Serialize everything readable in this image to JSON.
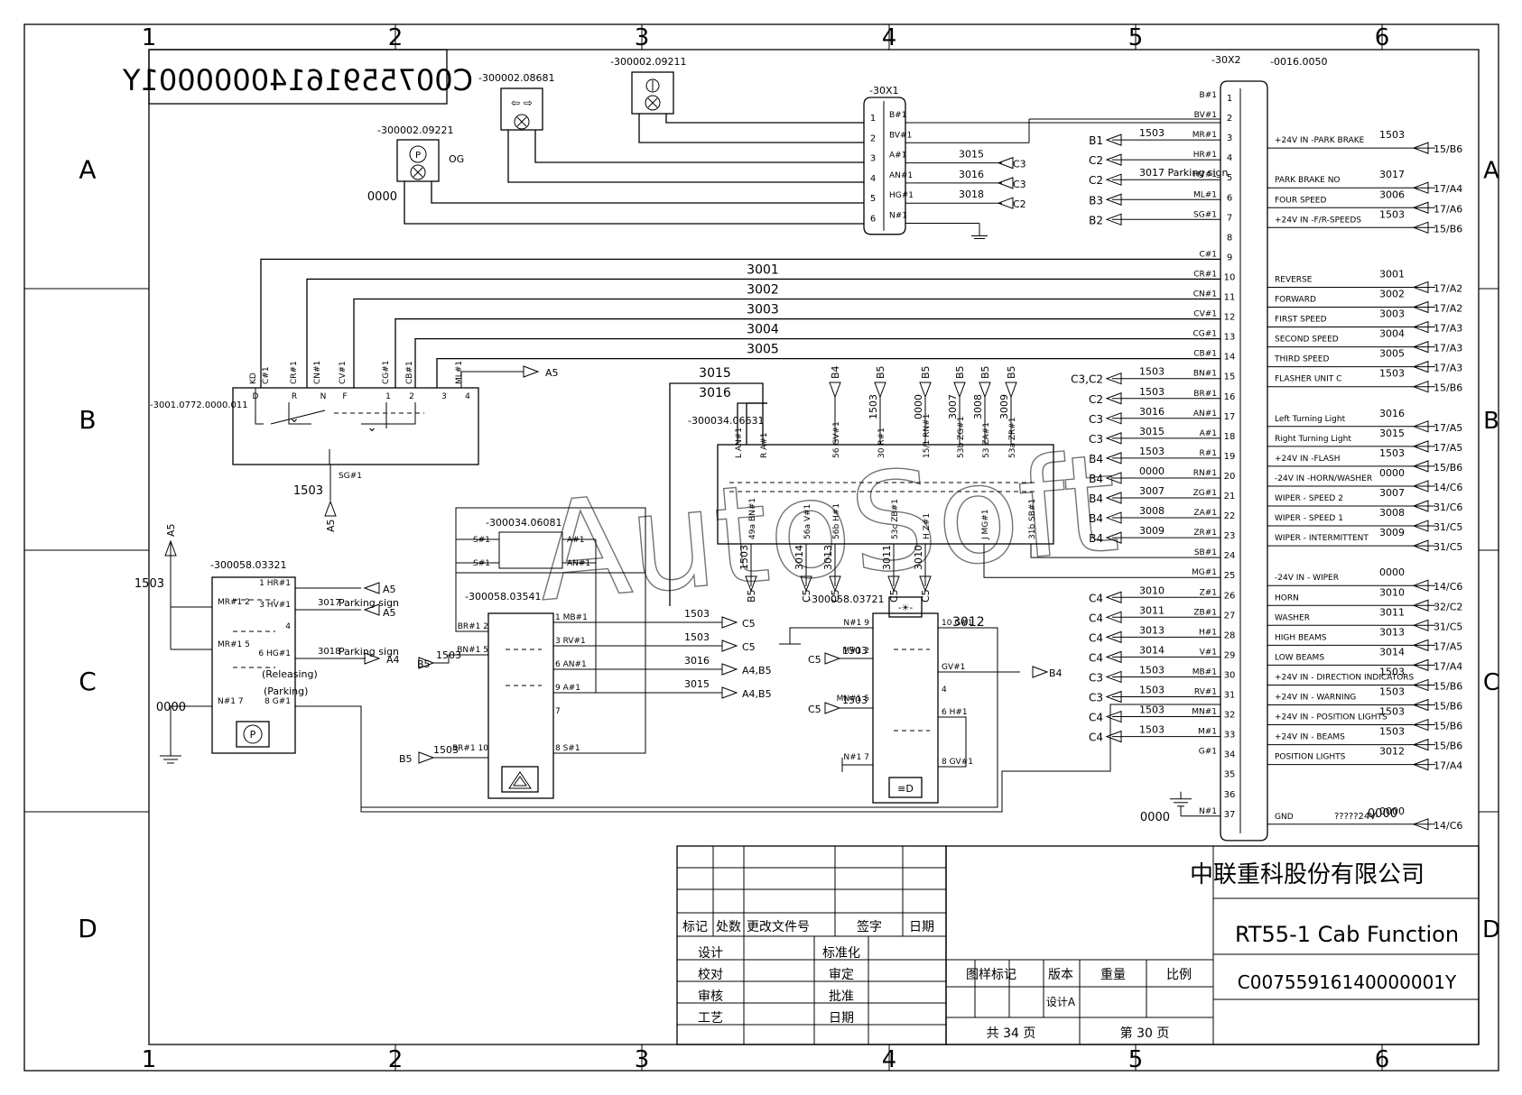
{
  "sheet": {
    "cols": [
      "1",
      "2",
      "3",
      "4",
      "5",
      "6"
    ],
    "rows": [
      "A",
      "B",
      "C",
      "D"
    ],
    "drawing_number_mirrored": "C00755916140000001Y",
    "watermark": "AutoSoft"
  },
  "title_block": {
    "company": "中联重科股份有限公司",
    "title": "RT55-1 Cab Function",
    "drawing_no": "C00755916140000001Y",
    "headers": [
      "标记",
      "处数",
      "更改文件号",
      "签字",
      "日期"
    ],
    "roles_left": [
      "设计",
      "校对",
      "审核",
      "工艺"
    ],
    "roles_right": [
      "标准化",
      "审定",
      "批准",
      "日期"
    ],
    "info_headers": [
      "图样标记",
      "版本",
      "重量",
      "比例"
    ],
    "version": "设计A",
    "total_pages": "共 34 页",
    "page": "第 30 页"
  },
  "connector_x2": {
    "label": "-30X2",
    "part": "-0016.0050",
    "pins": [
      {
        "n": "1",
        "w": "B#1",
        "num": "",
        "sig": "",
        "ref": ""
      },
      {
        "n": "2",
        "w": "BV#1",
        "num": "",
        "sig": "",
        "ref": ""
      },
      {
        "n": "3",
        "w": "MR#1",
        "num": "1503",
        "sig": "+24V IN -PARK BRAKE",
        "ref": "15/B6"
      },
      {
        "n": "4",
        "w": "HR#1",
        "num": "",
        "sig": "",
        "ref": ""
      },
      {
        "n": "5",
        "w": "HV#1",
        "num": "3017",
        "sig": "PARK BRAKE NO",
        "ref": "17/A4"
      },
      {
        "n": "6",
        "w": "ML#1",
        "num": "3006",
        "sig": "FOUR SPEED",
        "ref": "17/A6"
      },
      {
        "n": "7",
        "w": "SG#1",
        "num": "1503",
        "sig": "+24V IN -F/R-SPEEDS",
        "ref": "15/B6"
      },
      {
        "n": "8",
        "w": "",
        "num": "",
        "sig": "",
        "ref": ""
      },
      {
        "n": "9",
        "w": "C#1",
        "num": "",
        "sig": "",
        "ref": ""
      },
      {
        "n": "10",
        "w": "CR#1",
        "num": "3001",
        "sig": "REVERSE",
        "ref": "17/A2"
      },
      {
        "n": "11",
        "w": "CN#1",
        "num": "3002",
        "sig": "FORWARD",
        "ref": "17/A2"
      },
      {
        "n": "12",
        "w": "CV#1",
        "num": "3003",
        "sig": "FIRST SPEED",
        "ref": "17/A3"
      },
      {
        "n": "13",
        "w": "CG#1",
        "num": "3004",
        "sig": "SECOND SPEED",
        "ref": "17/A3"
      },
      {
        "n": "14",
        "w": "CB#1",
        "num": "3005",
        "sig": "THIRD SPEED",
        "ref": "17/A3"
      },
      {
        "n": "15",
        "w": "BN#1",
        "num": "1503",
        "sig": "FLASHER UNIT C",
        "ref": "15/B6"
      },
      {
        "n": "16",
        "w": "BR#1",
        "num": "",
        "sig": "",
        "ref": ""
      },
      {
        "n": "17",
        "w": "AN#1",
        "num": "3016",
        "sig": "Left Turning Light",
        "ref": "17/A5"
      },
      {
        "n": "18",
        "w": "A#1",
        "num": "3015",
        "sig": "Right Turning Light",
        "ref": "17/A5"
      },
      {
        "n": "19",
        "w": "R#1",
        "num": "1503",
        "sig": "+24V IN -FLASH",
        "ref": "15/B6"
      },
      {
        "n": "20",
        "w": "RN#1",
        "num": "0000",
        "sig": "-24V IN -HORN/WASHER",
        "ref": "14/C6"
      },
      {
        "n": "21",
        "w": "ZG#1",
        "num": "3007",
        "sig": "WIPER - SPEED 2",
        "ref": "31/C6"
      },
      {
        "n": "22",
        "w": "ZA#1",
        "num": "3008",
        "sig": "WIPER - SPEED 1",
        "ref": "31/C5"
      },
      {
        "n": "23",
        "w": "ZR#1",
        "num": "3009",
        "sig": "WIPER - INTERMITTENT",
        "ref": "31/C5"
      },
      {
        "n": "24",
        "w": "SB#1",
        "num": "",
        "sig": "",
        "ref": ""
      },
      {
        "n": "25",
        "w": "MG#1",
        "num": "0000",
        "sig": "-24V IN - WIPER",
        "ref": "14/C6"
      },
      {
        "n": "26",
        "w": "Z#1",
        "num": "3010",
        "sig": "HORN",
        "ref": "32/C2"
      },
      {
        "n": "27",
        "w": "ZB#1",
        "num": "3011",
        "sig": "WASHER",
        "ref": "31/C5"
      },
      {
        "n": "28",
        "w": "H#1",
        "num": "3013",
        "sig": "HIGH BEAMS",
        "ref": "17/A5"
      },
      {
        "n": "29",
        "w": "V#1",
        "num": "3014",
        "sig": "LOW BEAMS",
        "ref": "17/A4"
      },
      {
        "n": "30",
        "w": "MB#1",
        "num": "1503",
        "sig": "+24V IN - DIRECTION INDICATORS",
        "ref": "15/B6"
      },
      {
        "n": "31",
        "w": "RV#1",
        "num": "1503",
        "sig": "+24V IN - WARNING",
        "ref": "15/B6"
      },
      {
        "n": "32",
        "w": "MN#1",
        "num": "1503",
        "sig": "+24V IN - POSITION LIGHTS",
        "ref": "15/B6"
      },
      {
        "n": "33",
        "w": "M#1",
        "num": "1503",
        "sig": "+24V IN - BEAMS",
        "ref": "15/B6"
      },
      {
        "n": "34",
        "w": "G#1",
        "num": "3012",
        "sig": "POSITION LIGHTS",
        "ref": "17/A4"
      },
      {
        "n": "35",
        "w": "",
        "num": "",
        "sig": "",
        "ref": ""
      },
      {
        "n": "36",
        "w": "",
        "num": "",
        "sig": "",
        "ref": ""
      },
      {
        "n": "37",
        "w": "N#1",
        "num": "0000",
        "sig": "GND",
        "ref": "14/C6"
      }
    ],
    "left_refs": [
      {
        "pin": "3",
        "ref": "B1",
        "num": "1503"
      },
      {
        "pin": "4",
        "ref": "C2",
        "num": ""
      },
      {
        "pin": "5",
        "ref": "C2",
        "num": "3017 Parking sign"
      },
      {
        "pin": "6",
        "ref": "B3",
        "num": ""
      },
      {
        "pin": "7",
        "ref": "B2",
        "num": ""
      },
      {
        "pin": "15",
        "ref": "C3,C2",
        "num": "1503"
      },
      {
        "pin": "16",
        "ref": "C2",
        "num": "1503"
      },
      {
        "pin": "17",
        "ref": "C3",
        "num": "3016"
      },
      {
        "pin": "18",
        "ref": "C3",
        "num": "3015"
      },
      {
        "pin": "19",
        "ref": "B4",
        "num": "1503"
      },
      {
        "pin": "20",
        "ref": "B4",
        "num": "0000"
      },
      {
        "pin": "21",
        "ref": "B4",
        "num": "3007"
      },
      {
        "pin": "22",
        "ref": "B4",
        "num": "3008"
      },
      {
        "pin": "23",
        "ref": "B4",
        "num": "3009"
      },
      {
        "pin": "26",
        "ref": "C4",
        "num": "3010"
      },
      {
        "pin": "27",
        "ref": "C4",
        "num": "3011"
      },
      {
        "pin": "28",
        "ref": "C4",
        "num": "3013"
      },
      {
        "pin": "29",
        "ref": "C4",
        "num": "3014"
      },
      {
        "pin": "30",
        "ref": "C3",
        "num": "1503"
      },
      {
        "pin": "31",
        "ref": "C3",
        "num": "1503"
      },
      {
        "pin": "32",
        "ref": "C4",
        "num": "1503"
      },
      {
        "pin": "33",
        "ref": "C4",
        "num": "1503"
      }
    ],
    "gnd_num": "0000",
    "gnd_note": "?????24V-",
    "gnd_ref_num": "0000"
  },
  "connector_x1": {
    "label": "-30X1",
    "pins": [
      {
        "n": "1",
        "w": "B#1",
        "num": "",
        "ref": ""
      },
      {
        "n": "2",
        "w": "BV#1",
        "num": "",
        "ref": ""
      },
      {
        "n": "3",
        "w": "A#1",
        "num": "3015",
        "ref": "C3"
      },
      {
        "n": "4",
        "w": "AN#1",
        "num": "3016",
        "ref": "C3"
      },
      {
        "n": "5",
        "w": "HG#1",
        "num": "3018",
        "ref": "C2"
      },
      {
        "n": "6",
        "w": "N#1",
        "num": "",
        "ref": ""
      }
    ]
  },
  "lamps": {
    "l1": "-300002.09221",
    "l1_tag": "OG",
    "l1_num": "0000",
    "l2": "-300002.08681",
    "l3": "-300002.09211"
  },
  "gear_bus": [
    "3001",
    "3002",
    "3003",
    "3004",
    "3005"
  ],
  "gear_switch": {
    "part": "-3001.0772.0000.011",
    "pins": [
      "KD",
      "C#1",
      "CR#1",
      "CN#1",
      "CV#1",
      "CG#1",
      "CB#1",
      "ML#1"
    ],
    "labels": [
      "D",
      "R",
      "N",
      "F",
      "1",
      "2",
      "3",
      "4"
    ],
    "ref_out": "A5",
    "feed_num": "1503",
    "feed_w": "SG#1",
    "feed_ref": "A5"
  },
  "combo_switch": {
    "part": "-300034.06631",
    "top_nums": [
      "3015",
      "3016"
    ],
    "top_refs": [
      "B4",
      "B5",
      "B5",
      "B5",
      "B5",
      "B5"
    ],
    "top_nums2": [
      "1503",
      "0000",
      "3007",
      "3008",
      "3009"
    ],
    "top_pins": [
      "L AN#1",
      "R A#1",
      "56 GV#1",
      "30 R#1",
      "15/1 RN#1",
      "53b ZG#1",
      "53 ZA#1",
      "53a ZR#1"
    ],
    "bottom_pins": [
      "49a BN#1",
      "56a V#1",
      "56b H#1",
      "53c ZB#1",
      "H Z#1",
      "J MG#1",
      "31b SB#1"
    ],
    "bottom_nums": [
      "1503",
      "3014",
      "3013",
      "3011",
      "3010"
    ],
    "bottom_refs": [
      "B5",
      "C5",
      "C5",
      "C5",
      "C5"
    ]
  },
  "park_switch": {
    "part": "-300058.03321",
    "feed_ref": "A5",
    "feed_num": "1503",
    "pins_left": [
      "MR#1 2",
      "MR#1 5",
      "N#1 7"
    ],
    "pins_right": [
      "1 HR#1",
      "3 HV#1",
      "4",
      "6 HG#1",
      "8 G#1"
    ],
    "out1": "A5",
    "out2_num": "3017",
    "out2_text": "Parking sign",
    "out2_ref": "A5",
    "out3_num": "3018",
    "out3_text": "Parking sign",
    "out3_ref": "A4",
    "releasing": "(Releasing)",
    "parking": "(Parking)",
    "gnd_num": "0000"
  },
  "relay": {
    "part": "-300034.06081",
    "pins": [
      "S#1",
      "S#1",
      "A#1",
      "AN#1"
    ]
  },
  "hazard_switch": {
    "part": "-300058.03541",
    "left_pins": [
      "BR#1 2",
      "BN#1 5",
      "BR#1 10"
    ],
    "right_pins": [
      "1 MB#1",
      "3 RV#1",
      "6 AN#1",
      "9 A#1",
      "7",
      "8 S#1"
    ],
    "in_ref1": "B5",
    "in_num1": "1503",
    "in_ref2": "B5",
    "in_num2": "1503",
    "outs": [
      {
        "num": "1503",
        "ref": "C5"
      },
      {
        "num": "1503",
        "ref": "C5"
      },
      {
        "num": "3016",
        "ref": "A4,B5"
      },
      {
        "num": "3015",
        "ref": "A4,B5"
      }
    ]
  },
  "light_switch": {
    "part": "-300058.03721",
    "num": "3012",
    "pins_left": [
      "N#1 9",
      "M#1 2",
      "MN#1 5",
      "N#1 7"
    ],
    "pins_right": [
      "10 G#1",
      "GV#1",
      "4",
      "6 H#1",
      "8 GV#1"
    ],
    "in1_ref": "C5",
    "in1_num": "1503",
    "in2_ref": "C5",
    "in2_num": "1503",
    "out_ref": "B4"
  }
}
